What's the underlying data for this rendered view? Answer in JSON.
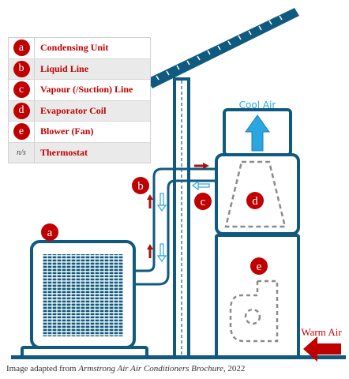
{
  "legend": [
    {
      "key": "a",
      "label": "Condensing Unit"
    },
    {
      "key": "b",
      "label": "Liquid Line"
    },
    {
      "key": "c",
      "label": "Vapour (/Suction) Line"
    },
    {
      "key": "d",
      "label": "Evaporator Coil"
    },
    {
      "key": "e",
      "label": "Blower (Fan)"
    },
    {
      "key": "n/s",
      "label": "Thermostat"
    }
  ],
  "labels": {
    "cool_air": "Cool Air",
    "warm_air": "Warm Air",
    "marker_a": "a",
    "marker_b": "b",
    "marker_c": "c",
    "marker_d": "d",
    "marker_e": "e"
  },
  "caption": {
    "prefix": "Image adapted from ",
    "source": "Armstrong Air Air Conditioners Brochure",
    "suffix": ", 2022"
  },
  "colors": {
    "structure": "#0f5a7e",
    "marker": "#c00000",
    "arrow_red": "#a31515",
    "arrow_blue": "#2aa7e0",
    "cool_air_text": "#2aa7e0",
    "warm_air_text": "#c00000"
  }
}
